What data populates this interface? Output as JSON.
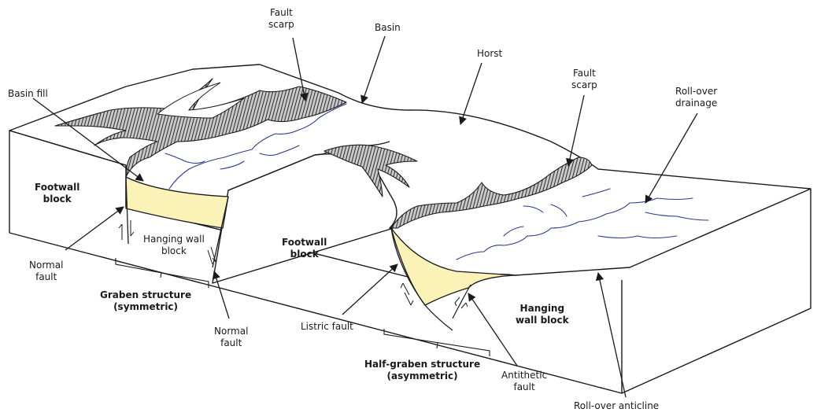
{
  "colors": {
    "outline": "#1a1a1a",
    "scarp_fill": "#c9c9c9",
    "basin_fill": "#fbf2b7",
    "drainage": "#2b3a8c",
    "background": "#ffffff"
  },
  "labels": {
    "fault_scarp_top": [
      "Fault",
      "scarp"
    ],
    "basin": "Basin",
    "horst": "Horst",
    "fault_scarp_right": [
      "Fault",
      "scarp"
    ],
    "rollover_drainage": [
      "Roll-over",
      "drainage"
    ],
    "basin_fill": "Basin fill",
    "footwall_block_left": [
      "Footwall",
      "block"
    ],
    "hanging_wall_block_left": [
      "Hanging wall",
      "block"
    ],
    "footwall_block_center": [
      "Footwall",
      "block"
    ],
    "normal_fault_left": [
      "Normal",
      "fault"
    ],
    "graben_structure": [
      "Graben structure",
      "(symmetric)"
    ],
    "normal_fault_center": [
      "Normal",
      "fault"
    ],
    "listric_fault": "Listric fault",
    "half_graben_structure": [
      "Half-graben structure",
      "(asymmetric)"
    ],
    "antithetic_fault": [
      "Antithetic",
      "fault"
    ],
    "hanging_wall_block_right": [
      "Hanging",
      "wall block"
    ],
    "rollover_anticline": "Roll-over anticline"
  }
}
